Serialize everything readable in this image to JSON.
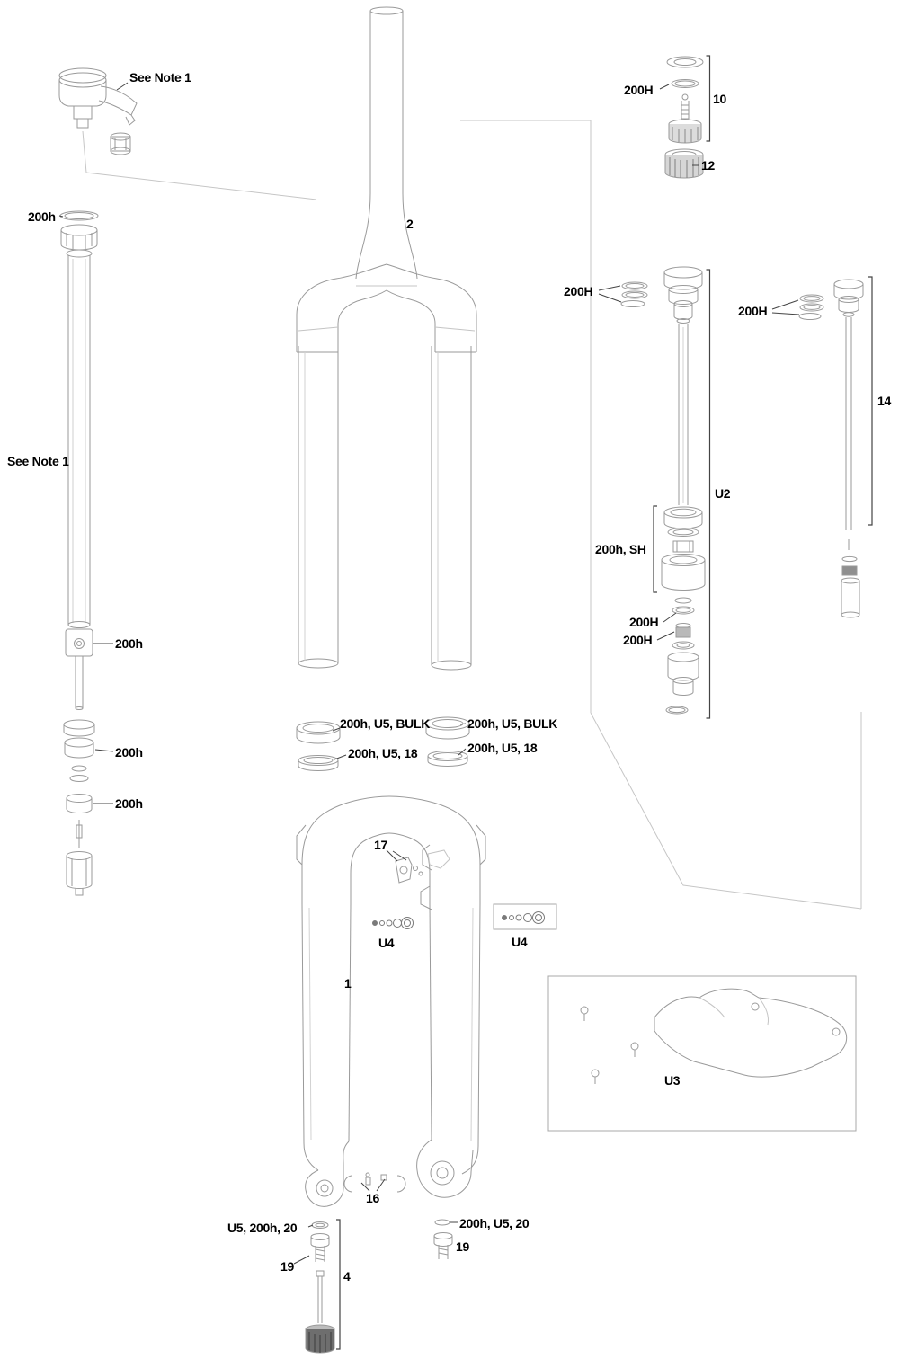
{
  "labels": {
    "note_top": "See Note 1",
    "note_left": "See Note 1",
    "oring_top_left": "200h",
    "steerer": "2",
    "topcap_oring": "200H",
    "topcap_group": "10",
    "adjuster_knob": "12",
    "air_shaft_orings": "200H",
    "coil_shaft_orings": "200H",
    "coil_shaft_group": "14",
    "air_shaft_group": "U2",
    "seal_head": "200h, SH",
    "spacer_a": "200H",
    "spacer_b": "200H",
    "shaft_clamp": "200h",
    "piston_ring": "200h",
    "glide_ring": "200h",
    "dust_seal_left": "200h, U5, BULK",
    "dust_seal_right": "200h, U5, BULK",
    "foam_ring_left": "200h, U5, 18",
    "foam_ring_right": "200h, U5, 18",
    "torque_part": "17",
    "u4_left": "U4",
    "u4_right": "U4",
    "lowers": "1",
    "fender_group": "U3",
    "axle_hardware": "16",
    "crush_washer_left": "U5, 200h, 20",
    "crush_washer_right": "200h, U5, 20",
    "shaft_bolt_right": "19",
    "shaft_bolt_left": "19",
    "rebound_group": "4"
  }
}
